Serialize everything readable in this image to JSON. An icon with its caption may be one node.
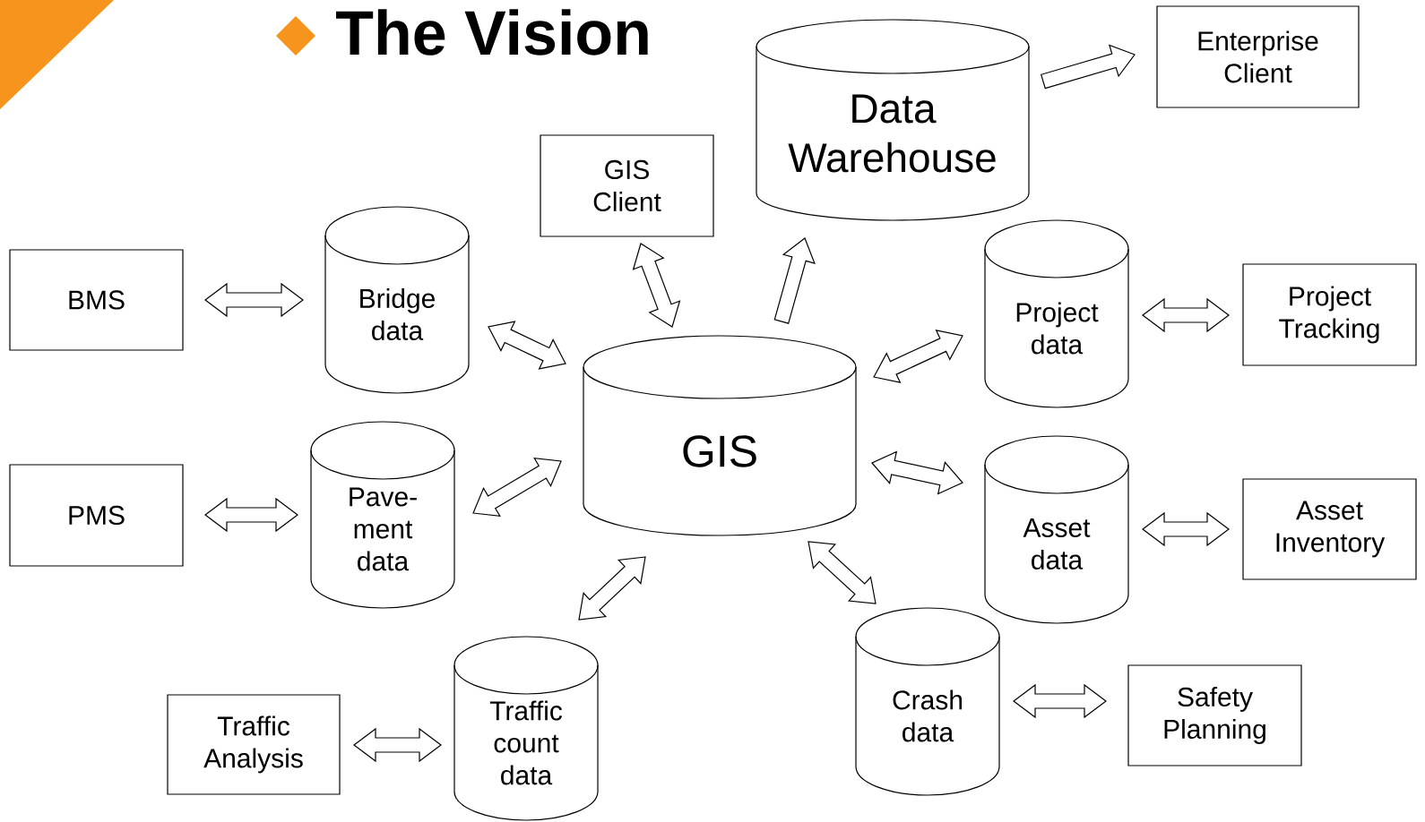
{
  "diagram": {
    "title": "The Vision",
    "nodes": [
      {
        "text": [
          "Data Warehouse"
        ]
      },
      {
        "text": [
          "Enterprise Client"
        ]
      },
      {
        "text": [
          "GIS Client"
        ]
      },
      {
        "text": [
          "BMS"
        ]
      },
      {
        "text": [
          "Bridge data"
        ]
      },
      {
        "text": [
          "Project data"
        ]
      },
      {
        "text": [
          "Project Tracking"
        ]
      },
      {
        "text": [
          "GIS"
        ]
      },
      {
        "text": [
          "PMS"
        ]
      },
      {
        "text": [
          "Pave- ment data"
        ]
      },
      {
        "text": [
          "Asset data"
        ]
      },
      {
        "text": [
          "Asset Inventory"
        ]
      },
      {
        "text": [
          "Crash data"
        ]
      },
      {
        "text": [
          "Safety Planning"
        ]
      },
      {
        "text": [
          "Traffic Analysis"
        ]
      },
      {
        "text": [
          "Traffic count data"
        ]
      }
    ],
    "edges": [
      {
        "from": 0,
        "to": 1,
        "arrow": "to"
      },
      {
        "from": 2,
        "to": 7,
        "arrow": "both"
      },
      {
        "from": 7,
        "to": 0,
        "arrow": "to"
      },
      {
        "from": 3,
        "to": 4,
        "arrow": "both"
      },
      {
        "from": 4,
        "to": 7,
        "arrow": "both"
      },
      {
        "from": 7,
        "to": 5,
        "arrow": "both"
      },
      {
        "from": 5,
        "to": 6,
        "arrow": "both"
      },
      {
        "from": 8,
        "to": 9,
        "arrow": "both"
      },
      {
        "from": 9,
        "to": 7,
        "arrow": "both"
      },
      {
        "from": 7,
        "to": 10,
        "arrow": "both"
      },
      {
        "from": 10,
        "to": 11,
        "arrow": "both"
      },
      {
        "from": 7,
        "to": 15,
        "arrow": "both"
      },
      {
        "from": 7,
        "to": 12,
        "arrow": "both"
      },
      {
        "from": 12,
        "to": 13,
        "arrow": "both"
      },
      {
        "from": 15,
        "to": 14,
        "arrow": "both"
      }
    ]
  }
}
